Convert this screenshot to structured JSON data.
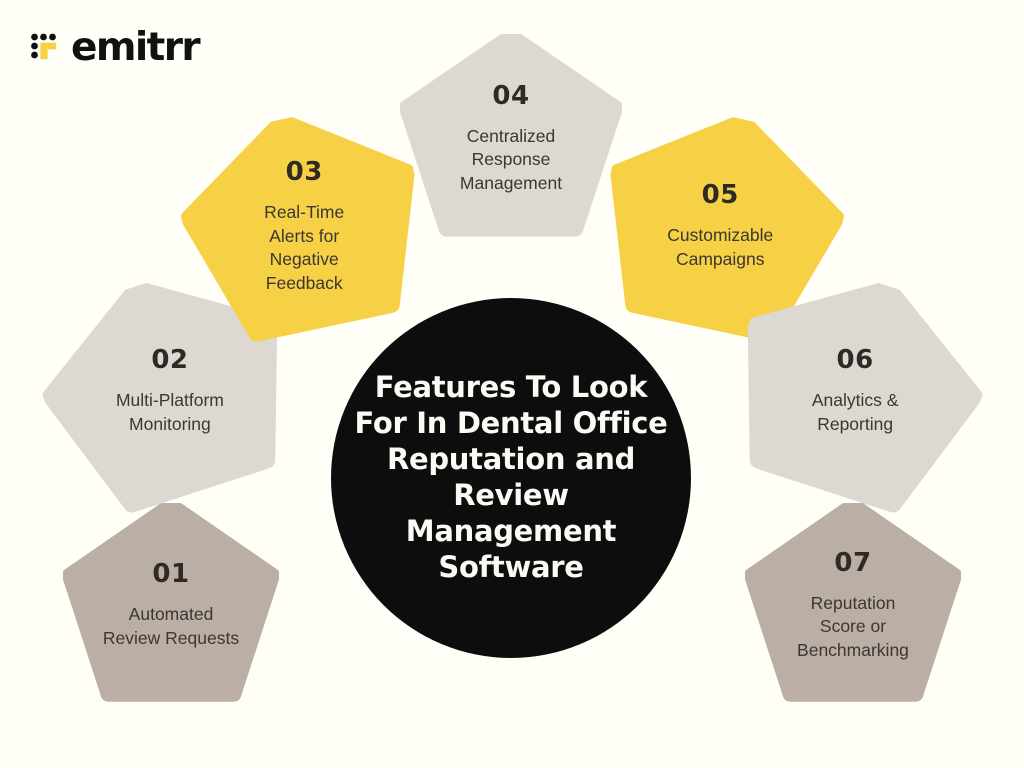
{
  "background_color": "#FFFEF7",
  "brand": {
    "logo_text": "emitrr",
    "logo_icon": "emitrr-dot-matrix-icon",
    "dark_color": "#111111",
    "accent_color": "#F6D045"
  },
  "center": {
    "title": "Features To Look For In Dental Office Reputation and Review Management Software",
    "background_color": "#0D0D0D",
    "text_color": "#FBFAF3"
  },
  "palette": {
    "yellow": "#F6D045",
    "light_beige": "#DED8D2",
    "dark_taupe": "#BBAFA5",
    "number_text": "#2E2A26",
    "label_text": "#3B3733"
  },
  "features": [
    {
      "number": "01",
      "label": "Automated\nReview Requests",
      "color": "#BBAFA5"
    },
    {
      "number": "02",
      "label": "Multi-Platform\nMonitoring",
      "color": "#DED8D2"
    },
    {
      "number": "03",
      "label": "Real-Time\nAlerts for\nNegative\nFeedback",
      "color": "#F6D045"
    },
    {
      "number": "04",
      "label": "Centralized\nResponse\nManagement",
      "color": "#DED8D2"
    },
    {
      "number": "05",
      "label": "Customizable\nCampaigns",
      "color": "#F6D045"
    },
    {
      "number": "06",
      "label": "Analytics &\nReporting",
      "color": "#DED8D2"
    },
    {
      "number": "07",
      "label": "Reputation\nScore or\nBenchmarking",
      "color": "#BBAFA5"
    }
  ]
}
